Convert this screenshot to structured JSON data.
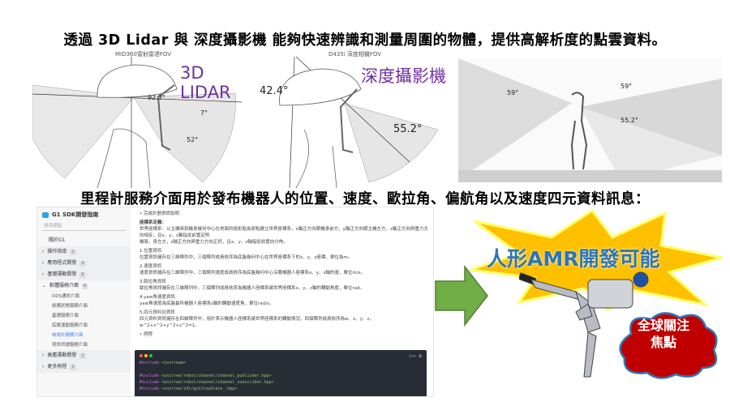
{
  "title": "透過 3D Lidar 與 深度攝影機 能夠快速辨識和測量周圍的物體，提供高解析度的點雲資料。",
  "subtitle": "里程計服務介面用於發布機器人的位置、速度、歐拉角、偏航角以及速度四元資料訊息：",
  "lidar_panel": {
    "caption": "MID360雷射雷達FOV",
    "label": "3D LIDAR",
    "angles": [
      "92.3°",
      "7°",
      "52°"
    ]
  },
  "camera_panel": {
    "caption": "D435i 深度相機FOV",
    "label": "深度攝影機",
    "angles": [
      "42.4°",
      "55.2°"
    ]
  },
  "side_panel": {
    "angles": [
      "59°",
      "59°",
      "55.2°"
    ]
  },
  "doc": {
    "brand": "G1 SDK開發指南",
    "search_placeholder": "搜尋標題",
    "sidebar": [
      {
        "label": "關於G1"
      },
      {
        "label": "操作指南",
        "count": "3"
      },
      {
        "label": "應用程式開發",
        "count": "4"
      },
      {
        "label": "基礎運動開發",
        "count": "6"
      },
      {
        "label": "軟體服務介面",
        "count": "6"
      },
      {
        "label": "高層運動開發",
        "count": "2"
      },
      {
        "label": "更多例程",
        "count": "5"
      }
    ],
    "subitems": [
      "DDS通訊介面",
      "設備狀態服務介面",
      "基礎服務介面",
      "底層運動服務介面",
      "帕成計服務介面",
      "資訊訊號服務介面"
    ],
    "content": [
      "完成計劃資訊說明",
      "座標系定義：",
      "世界座標系：以主機時刻機身幾何中心在地面的投影點為原點建立世界座標系，x軸正方向朝機身前方，y軸正方向朝主機左方，z軸正方向與重力方向相反，且x、y、z軸指從前置定則",
      "機易，身左方，z軸正方向與重力方向正好，且x、y、z軸指從前置向分佈。",
      "1.位置資訊",
      "位置資訊儲存在三維陣列中，三個陣列成員依序為底盤幾何中心在世界座標系下的x、y、z座標，單位為m。",
      "2.速度資訊",
      "速度資訊儲存在三維陣列中，三個陣列速度成員依序為底盤幾何中心沿著機器人座標系x、y、z軸的速，單位m/s。",
      "3.歐拉角資訊",
      "歐拉角資訊儲存在三維陣列中，三個陣列成員依序為機器人座標系繞世界座標系x、y、z軸的轉動角度，單位rad。",
      "4.yaw角速度資訊",
      "yaw角速度為底盤最所機器人座標系z軸的轉動速度角，單位rad/s。",
      "5.四元資料且資訊",
      "四元資料資訊儲存在四維陣列中，用於表示機器人座標系繞世界座標系的轉動情況，四個陣列成員依序為w、x、y、z，w^2+x^2+y^2+z^2=1。",
      "例程"
    ],
    "code_lang": "C++",
    "code": [
      {
        "kw": "#include",
        "rest": " <iostream>"
      },
      {
        "kw": "",
        "rest": ""
      },
      {
        "kw": "#include",
        "rest": " <unitree/robot/channel/channel_publisher.hpp>"
      },
      {
        "kw": "#include",
        "rest": " <unitree/robot/channel/channel_subscriber.hpp>"
      },
      {
        "kw": "#include",
        "rest": " <unitree/idl/go2/LowState_.hpp>"
      }
    ]
  },
  "banner": "人形AMR開發可能",
  "cloud": "全球關注焦點",
  "colors": {
    "purple": "#7030a0",
    "arrow": "#70ad47",
    "star": "#ffc000",
    "cloud": "#c00000",
    "banner": "#2e75b6"
  }
}
